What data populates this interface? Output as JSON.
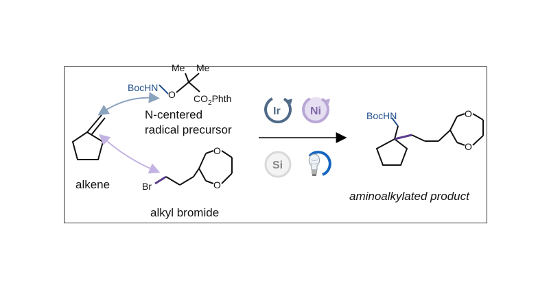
{
  "labels": {
    "alkene": "alkene",
    "n_centered_line1": "N-centered",
    "n_centered_line2": "radical precursor",
    "alkyl_bromide": "alkyl bromide",
    "product": "aminoalkylated product"
  },
  "atoms": {
    "boc_hn": "BocHN",
    "oxygen": "O",
    "me": "Me",
    "co2": "CO",
    "co2_sub": "2",
    "phth": "Phth",
    "br": "Br"
  },
  "catalysts": {
    "ir": "Ir",
    "ni": "Ni",
    "si": "Si"
  },
  "colors": {
    "boc_blue": "#1f4e8c",
    "bromide_purple": "#5b3c8c",
    "ir_circle": "#4f6a88",
    "ni_circle": "#b9a7d6",
    "ni_fill": "#e6def1",
    "si_circle": "#d8d8d8",
    "bulb_blue": "#1565c0",
    "arrow_blue": "#8aa3bd",
    "arrow_purple": "#c3b3e2"
  },
  "icons": {
    "light": "lightbulb-icon",
    "cycle": "catalytic-cycle-arrow-icon"
  }
}
